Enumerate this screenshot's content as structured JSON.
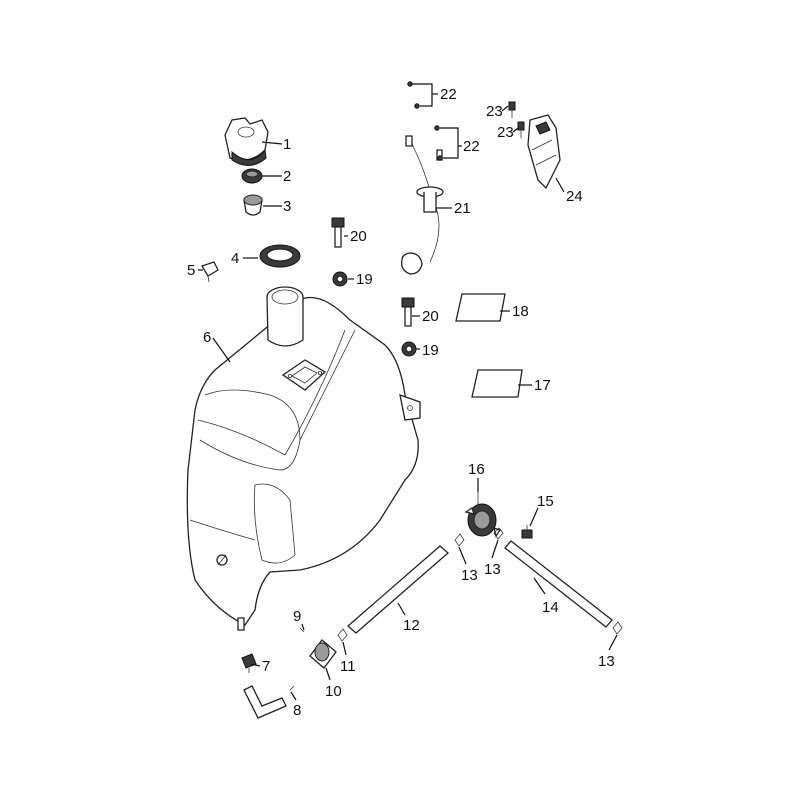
{
  "labels": {
    "n1": "1",
    "n2": "2",
    "n3": "3",
    "n4": "4",
    "n5": "5",
    "n6": "6",
    "n7": "7",
    "n8": "8",
    "n9": "9",
    "n10": "10",
    "n11": "11",
    "n12": "12",
    "n13a": "13",
    "n13b": "13",
    "n13c": "13",
    "n14": "14",
    "n15": "15",
    "n16": "16",
    "n17": "17",
    "n18": "18",
    "n19a": "19",
    "n19b": "19",
    "n20a": "20",
    "n20b": "20",
    "n21": "21",
    "n22a": "22",
    "n22b": "22",
    "n23a": "23",
    "n23b": "23",
    "n24": "24"
  }
}
